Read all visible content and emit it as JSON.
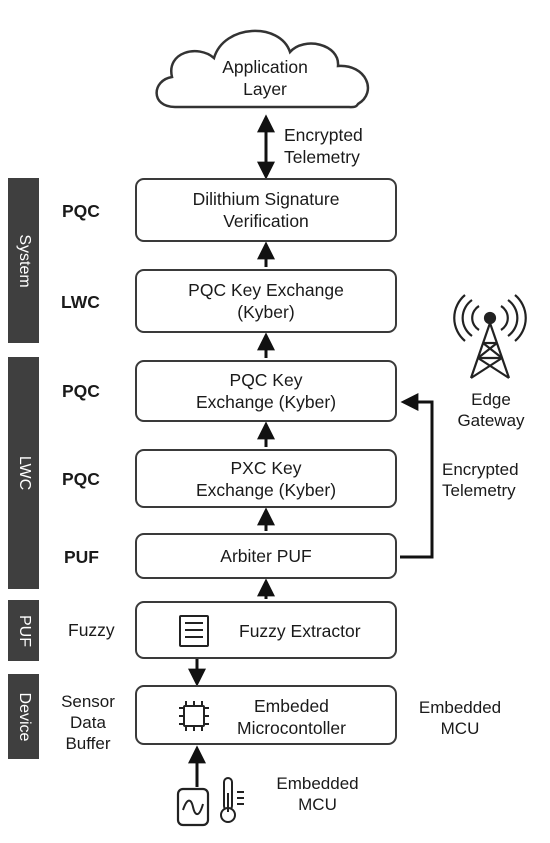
{
  "cloud": {
    "label": "Application\nLayer"
  },
  "bands": [
    {
      "label": "System"
    },
    {
      "label": "LWC"
    },
    {
      "label": "PUF"
    },
    {
      "label": "Device"
    }
  ],
  "side_labels": {
    "s1": "PQC",
    "s2": "LWC",
    "s3": "PQC",
    "s4": "PQC",
    "s5": "PUF",
    "s6": "Fuzzy",
    "s7": "Sensor\nData\nBuffer"
  },
  "blocks": {
    "dilithium": "Dilithium Signature\nVerification",
    "kyber_lwc": "PQC Key Exchange\n(Kyber)",
    "kyber_pqc": "PQC Key\nExchange (Kyber)",
    "pxc": "PXC Key\nExchange (Kyber)",
    "arbiter": "Arbiter PUF",
    "fuzzy": "Fuzzy Extractor",
    "mcu": "Embeded\nMicrocontoller"
  },
  "annotations": {
    "encrypted_top": "Encrypted\nTelemetry",
    "encrypted_side": "Encrypted\nTelemetry",
    "edge_gateway": "Edge\nGateway",
    "embedded_mcu_right": "Embedded\nMCU",
    "embedded_mcu_bottom": "Embedded\nMCU"
  },
  "icons": [
    "cloud-icon",
    "tower-icon",
    "document-icon",
    "chip-icon",
    "sensor-icon",
    "thermometer-icon"
  ],
  "colors": {
    "line": "#111111",
    "band": "#3f3f3f",
    "box_border": "#3a3a3a"
  }
}
